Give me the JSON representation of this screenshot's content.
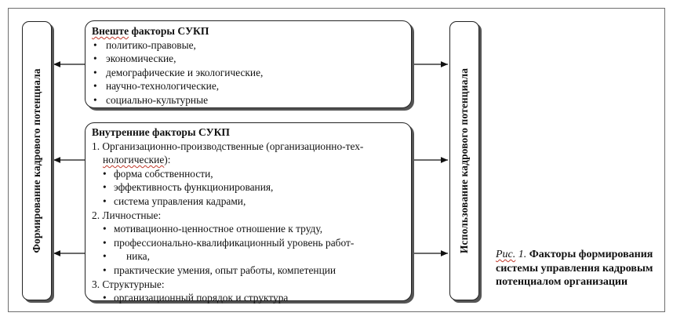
{
  "left_panel": {
    "label": "Формирование кадрового потенциала"
  },
  "right_panel": {
    "label": "Использование кадрового потенциала"
  },
  "external": {
    "title_word": "Внеште",
    "title_rest": " факторы СУКП",
    "items": [
      "политико-правовые,",
      "экономические,",
      "демографические и экологические,",
      "научно-технологические,",
      "социально-культурные"
    ]
  },
  "internal": {
    "title": "Внутренние факторы СУКП",
    "section1": {
      "heading": "1. Организационно-производственные (организационно-тех-",
      "heading_cont_word": "нологические",
      "heading_cont_rest": "):",
      "items": [
        "форма собственности,",
        "эффективность функционирования,",
        "система управления кадрами,"
      ]
    },
    "section2": {
      "heading": "2. Личностные:",
      "items": [
        "мотивационно-ценностное отношение к труду,",
        "профессионально-квалификационный уровень работ-",
        "практические умения, опыт работы, компетенции"
      ],
      "item2_cont": "ника,"
    },
    "section3": {
      "heading": "3. Структурные:",
      "items": [
        "организационный порядок и структура"
      ]
    }
  },
  "caption": {
    "fig_word": "Рис.",
    "fig_num": " 1.",
    "text": " Факторы формирования системы управления кадровым потенциалом организации"
  }
}
